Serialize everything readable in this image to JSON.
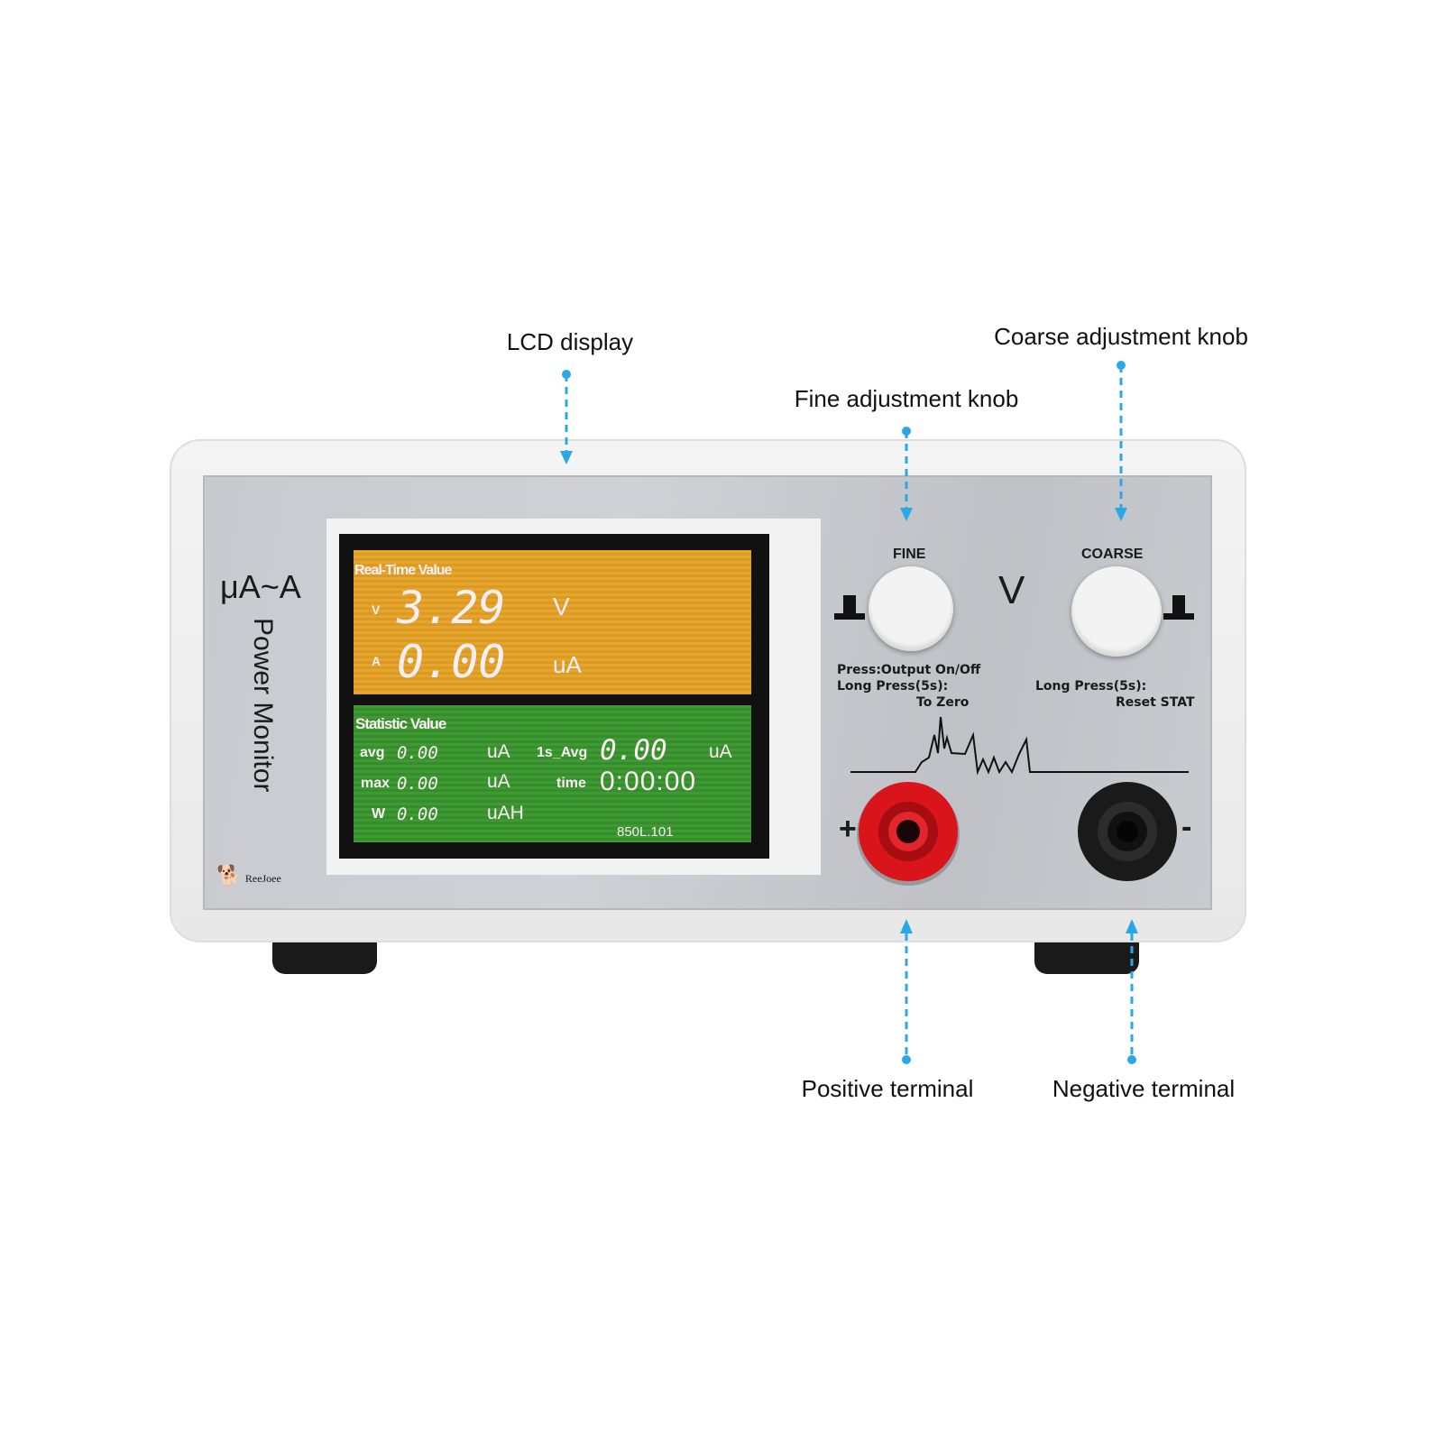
{
  "callouts": {
    "lcd_display": "LCD display",
    "fine_knob": "Fine adjustment knob",
    "coarse_knob": "Coarse adjustment knob",
    "positive_terminal": "Positive terminal",
    "negative_terminal": "Negative terminal"
  },
  "device": {
    "range_label": "μA~A",
    "product_name": "Power Monitor",
    "brand_logo": "ReeJoee",
    "fine_label": "FINE",
    "coarse_label": "COARSE",
    "unit_label": "V",
    "fine_help_1": "Press:Output On/Off",
    "fine_help_2": "Long Press(5s):",
    "fine_help_3": "To Zero",
    "coarse_help_1": "Long Press(5s):",
    "coarse_help_2": "Reset STAT",
    "plus": "+",
    "minus": "-"
  },
  "lcd": {
    "realtime_title": "Real-Time Value",
    "v_tag": "V",
    "voltage": "3.29",
    "voltage_unit": "V",
    "a_tag": "A",
    "current": "0.00",
    "current_unit": "uA",
    "stat_title": "Statistic Value",
    "avg_label": "avg",
    "avg_value": "0.00",
    "avg_unit": "uA",
    "max_label": "max",
    "max_value": "0.00",
    "max_unit": "uA",
    "w_label": "W",
    "w_value": "0.00",
    "w_unit": "uAH",
    "avg1s_label": "1s_Avg",
    "avg1s_value": "0.00",
    "avg1s_unit": "uA",
    "time_label": "time",
    "time_value": "0:00:00",
    "version": "850L.101"
  },
  "colors": {
    "callout_line": "#29a8e8",
    "terminal_positive": "#d9141b",
    "terminal_negative": "#1a1a1a"
  }
}
